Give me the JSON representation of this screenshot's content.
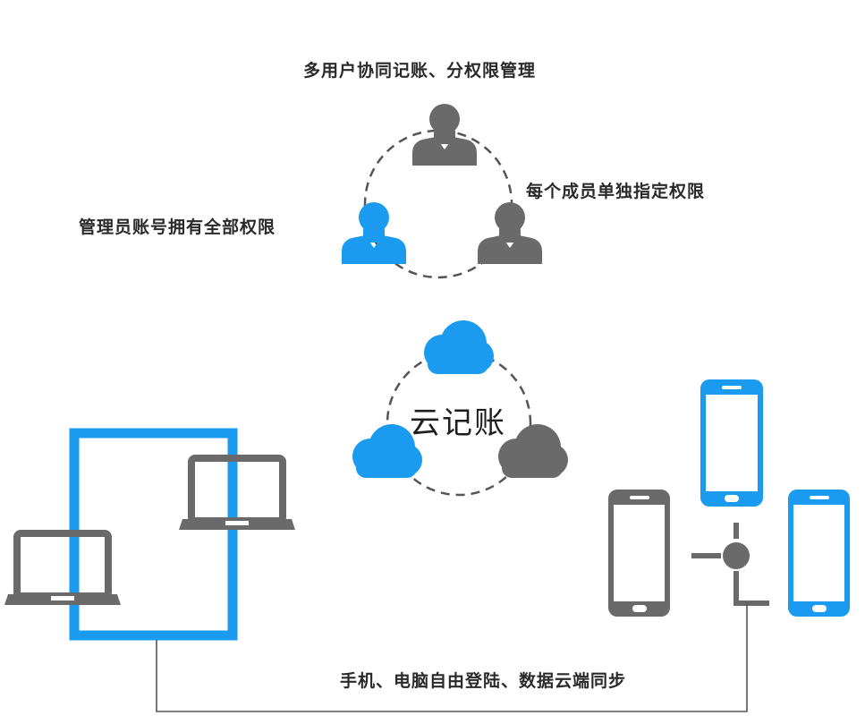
{
  "labels": {
    "multi_user": "多用户协同记账、分权限管理",
    "member_permission": "每个成员单独指定权限",
    "admin_permission": "管理员账号拥有全部权限",
    "cloud_title": "云记账",
    "sync": "手机、电脑自由登陆、数据云端同步"
  },
  "colors": {
    "blue": "#1a9bf0",
    "gray": "#6a6a6a",
    "line": "#555555"
  },
  "icons": {
    "top_user": "person-icon",
    "admin_user": "person-icon",
    "member_user": "person-icon",
    "cloud_top": "cloud-icon",
    "cloud_left": "cloud-icon",
    "cloud_right": "cloud-icon",
    "laptop_left": "laptop-icon",
    "laptop_right": "laptop-icon",
    "phone_blue_top": "phone-icon",
    "phone_gray": "phone-icon",
    "phone_blue_bottom": "phone-icon"
  }
}
